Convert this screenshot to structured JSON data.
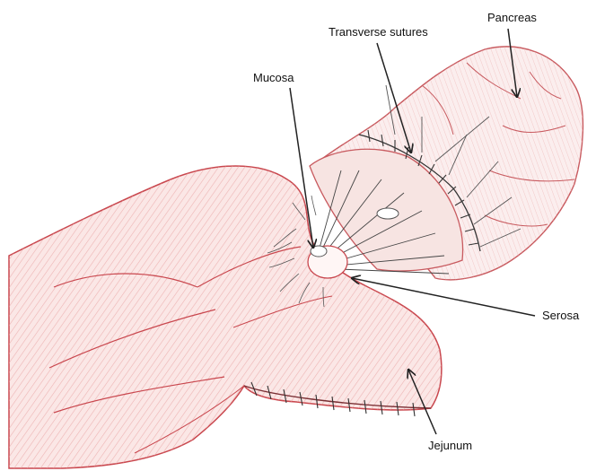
{
  "labels": {
    "pancreas": "Pancreas",
    "transverse_sutures": "Transverse sutures",
    "mucosa": "Mucosa",
    "serosa": "Serosa",
    "jejunum": "Jejunum"
  },
  "colors": {
    "tissue_stroke": "#c9474e",
    "tissue_light": "#f2c7c5",
    "tissue_mid": "#e59a9a",
    "line": "#333333",
    "pancreas_stroke": "#c85a5f"
  }
}
